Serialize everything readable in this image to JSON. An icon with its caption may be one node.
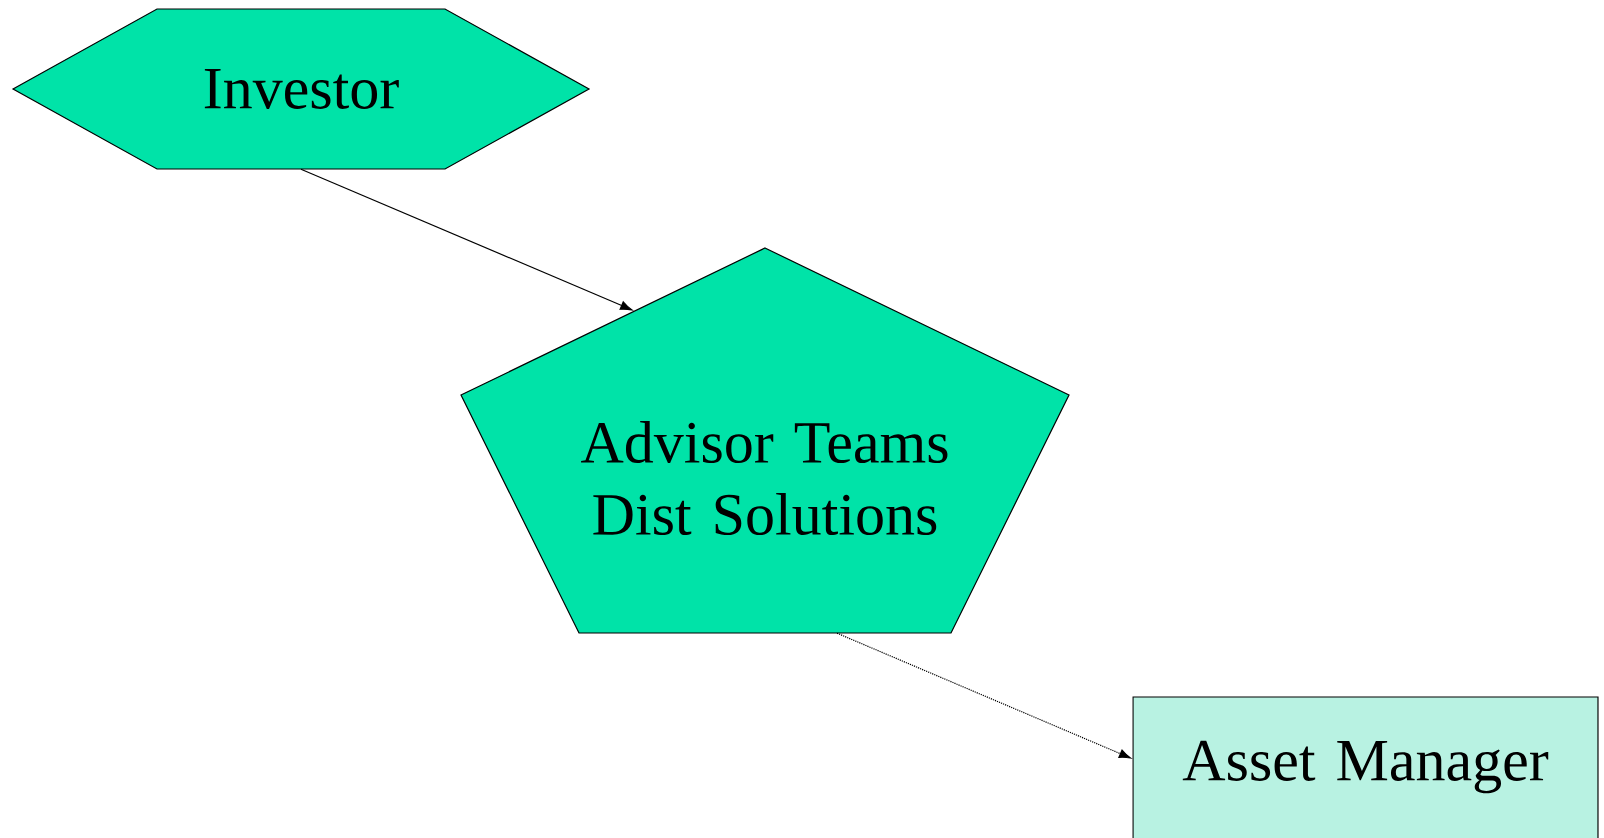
{
  "diagram": {
    "nodes": [
      {
        "text": [
          "Investor"
        ]
      },
      {
        "text": [
          "Advisor Teams Dist Solutions"
        ]
      },
      {
        "text": [
          "Asset Manager"
        ]
      }
    ],
    "edges": [
      {
        "from": 0,
        "to": 1,
        "arrow": "to"
      },
      {
        "from": 1,
        "to": 2,
        "arrow": "to",
        "style": "dashed"
      }
    ]
  }
}
